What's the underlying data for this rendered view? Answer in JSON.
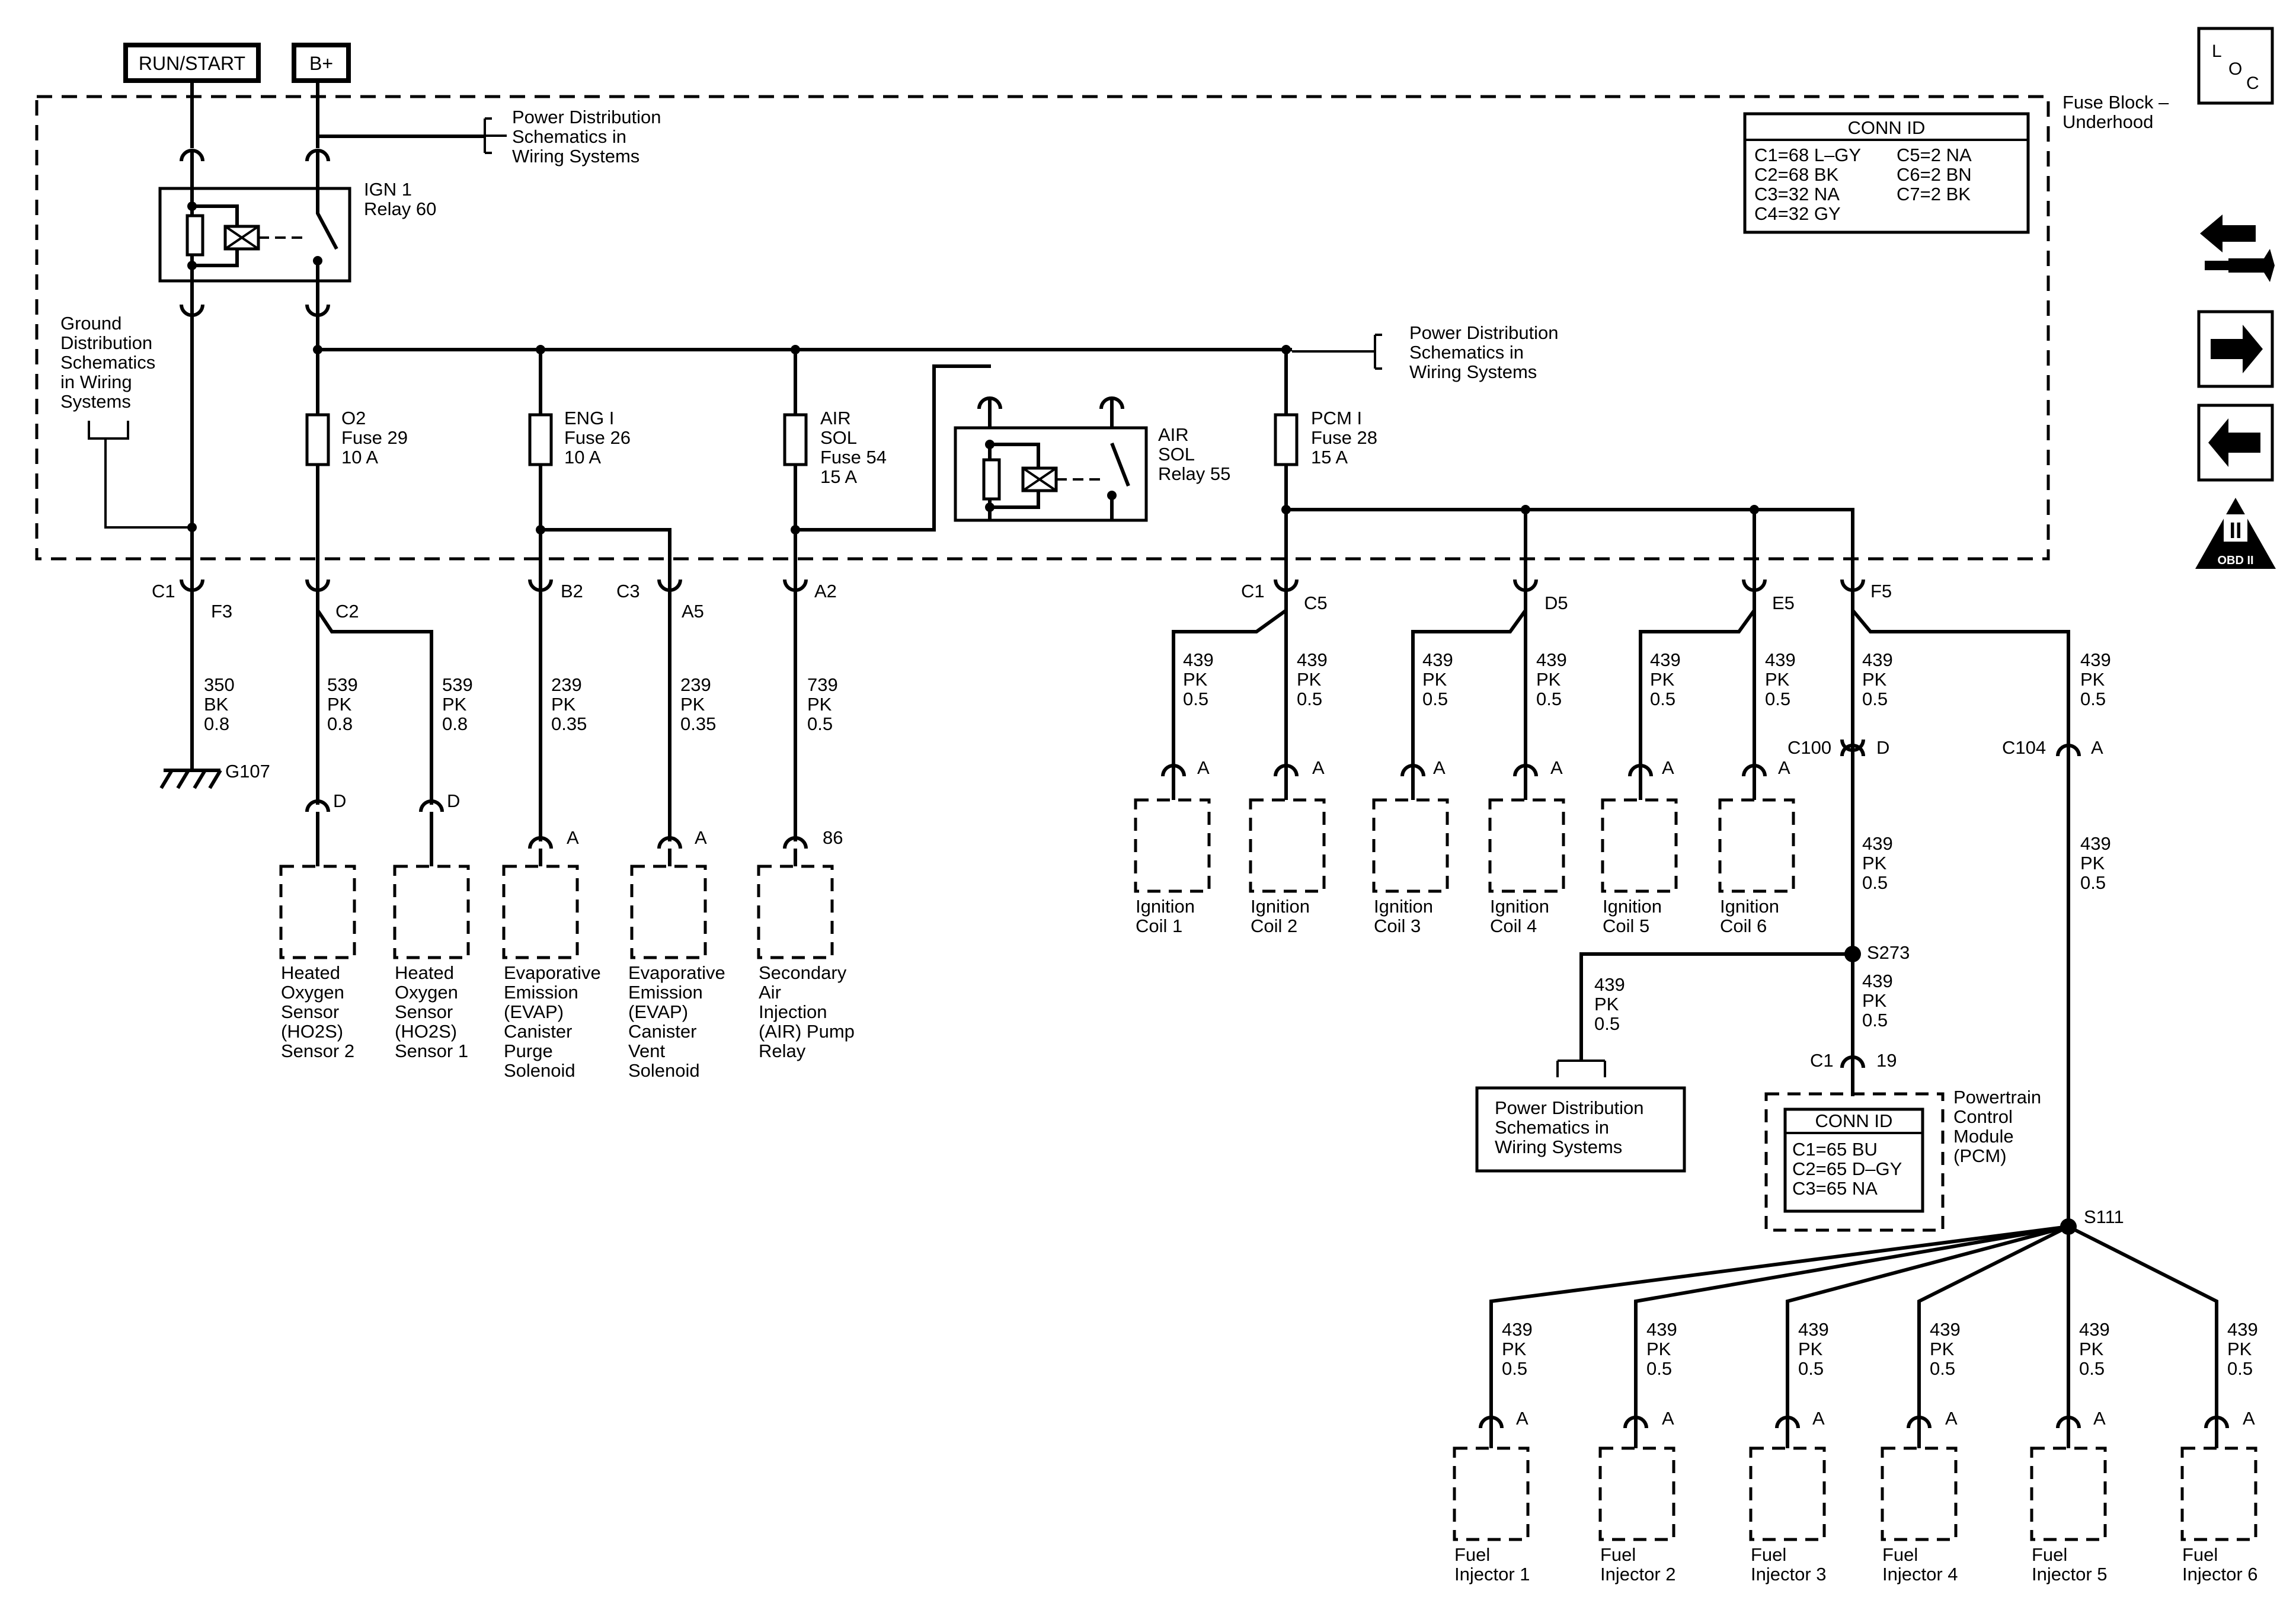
{
  "supplies": {
    "run_start": "RUN/START",
    "b_plus": "B+"
  },
  "fuse_block": {
    "title_line1": "Fuse Block –",
    "title_line2": "Underhood"
  },
  "conn_id_fuse": {
    "title": "CONN ID",
    "left": [
      "C1=68 L–GY",
      "C2=68 BK",
      "C3=32 NA",
      "C4=32 GY"
    ],
    "right": [
      "C5=2 NA",
      "C6=2 BN",
      "C7=2 BK"
    ]
  },
  "ref_power_top": [
    "Power Distribution",
    "Schematics in",
    "Wiring Systems"
  ],
  "ref_power_mid": [
    "Power Distribution",
    "Schematics in",
    "Wiring Systems"
  ],
  "ref_ground": [
    "Ground",
    "Distribution",
    "Schematics",
    "in Wiring",
    "Systems"
  ],
  "relay_ign": [
    "IGN 1",
    "Relay 60"
  ],
  "relay_air": [
    "AIR",
    "SOL",
    "Relay 55"
  ],
  "fuses": [
    {
      "lines": [
        "O2",
        "Fuse 29",
        "10 A"
      ]
    },
    {
      "lines": [
        "ENG I",
        "Fuse 26",
        "10 A"
      ]
    },
    {
      "lines": [
        "AIR",
        "SOL",
        "Fuse 54",
        "15 A"
      ]
    },
    {
      "lines": [
        "PCM I",
        "Fuse 28",
        "15 A"
      ]
    }
  ],
  "connectors": {
    "c1": "C1",
    "f3": "F3",
    "c2": "C2",
    "b2": "B2",
    "c3": "C3",
    "a5": "A5",
    "a2": "A2",
    "c1b": "C1",
    "c5": "C5",
    "d5": "D5",
    "e5": "E5",
    "f5": "F5",
    "c100": "C100",
    "c100_pin": "D",
    "c104": "C104",
    "c104_pin": "A",
    "s273": "S273",
    "s111": "S111",
    "pcm_c1": "C1",
    "pcm_pin": "19",
    "g107": "G107"
  },
  "wires": {
    "w350": [
      "350",
      "BK",
      "0.8"
    ],
    "w539a": [
      "539",
      "PK",
      "0.8"
    ],
    "w539b": [
      "539",
      "PK",
      "0.8"
    ],
    "w239a": [
      "239",
      "PK",
      "0.35"
    ],
    "w239b": [
      "239",
      "PK",
      "0.35"
    ],
    "w739": [
      "739",
      "PK",
      "0.5"
    ],
    "w439": [
      "439",
      "PK",
      "0.5"
    ]
  },
  "pins": {
    "d": "D",
    "a": "A",
    "p86": "86"
  },
  "components": {
    "ho2s2": [
      "Heated",
      "Oxygen",
      "Sensor",
      "(HO2S)",
      "Sensor 2"
    ],
    "ho2s1": [
      "Heated",
      "Oxygen",
      "Sensor",
      "(HO2S)",
      "Sensor 1"
    ],
    "evap_purge": [
      "Evaporative",
      "Emission",
      "(EVAP)",
      "Canister",
      "Purge",
      "Solenoid"
    ],
    "evap_vent": [
      "Evaporative",
      "Emission",
      "(EVAP)",
      "Canister",
      "Vent",
      "Solenoid"
    ],
    "air_pump": [
      "Secondary",
      "Air",
      "Injection",
      "(AIR) Pump",
      "Relay"
    ],
    "coils": [
      [
        "Ignition",
        "Coil 1"
      ],
      [
        "Ignition",
        "Coil 2"
      ],
      [
        "Ignition",
        "Coil 3"
      ],
      [
        "Ignition",
        "Coil 4"
      ],
      [
        "Ignition",
        "Coil 5"
      ],
      [
        "Ignition",
        "Coil 6"
      ]
    ],
    "injectors": [
      [
        "Fuel",
        "Injector 1"
      ],
      [
        "Fuel",
        "Injector 2"
      ],
      [
        "Fuel",
        "Injector 3"
      ],
      [
        "Fuel",
        "Injector 4"
      ],
      [
        "Fuel",
        "Injector 5"
      ],
      [
        "Fuel",
        "Injector 6"
      ]
    ],
    "pcm": [
      "Powertrain",
      "Control",
      "Module",
      "(PCM)"
    ]
  },
  "ref_power_bottom": [
    "Power Distribution",
    "Schematics in",
    "Wiring Systems"
  ],
  "conn_id_pcm": {
    "title": "CONN ID",
    "rows": [
      "C1=65 BU",
      "C2=65 D–GY",
      "C3=65 NA"
    ]
  },
  "nav": {
    "loc_l": "L",
    "loc_o": "O",
    "loc_c": "C",
    "obd_numeral": "II",
    "obd_label": "OBD II"
  }
}
